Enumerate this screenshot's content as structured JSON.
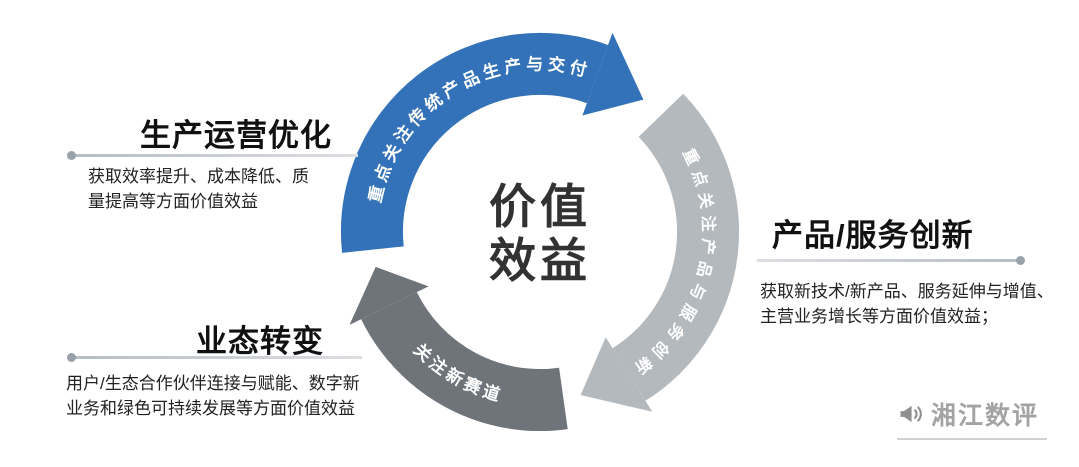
{
  "diagram": {
    "center": {
      "line1": "价值",
      "line2": "效益"
    },
    "arcs": {
      "production": {
        "label": "重点关注传统产品生产与交付",
        "color": "#3372b8"
      },
      "innovation": {
        "label": "重点关注产品与服务创新",
        "color": "#b4b9be"
      },
      "newtrack": {
        "label": "关注新赛道",
        "color": "#6e747a"
      }
    }
  },
  "sections": {
    "production": {
      "title": "生产运营优化",
      "description": "获取效率提升、成本降低、质\n量提高等方面价值效益"
    },
    "innovation": {
      "title": "产品/服务创新",
      "description": "获取新技术/新产品、服务延伸与增值、\n主营业务增长等方面价值效益；"
    },
    "transformation": {
      "title": "业态转变",
      "description": "用户/生态合作伙伴连接与赋能、数字新\n业务和绿色可持续发展等方面价值效益"
    }
  },
  "watermark": {
    "name": "湘江数评"
  }
}
